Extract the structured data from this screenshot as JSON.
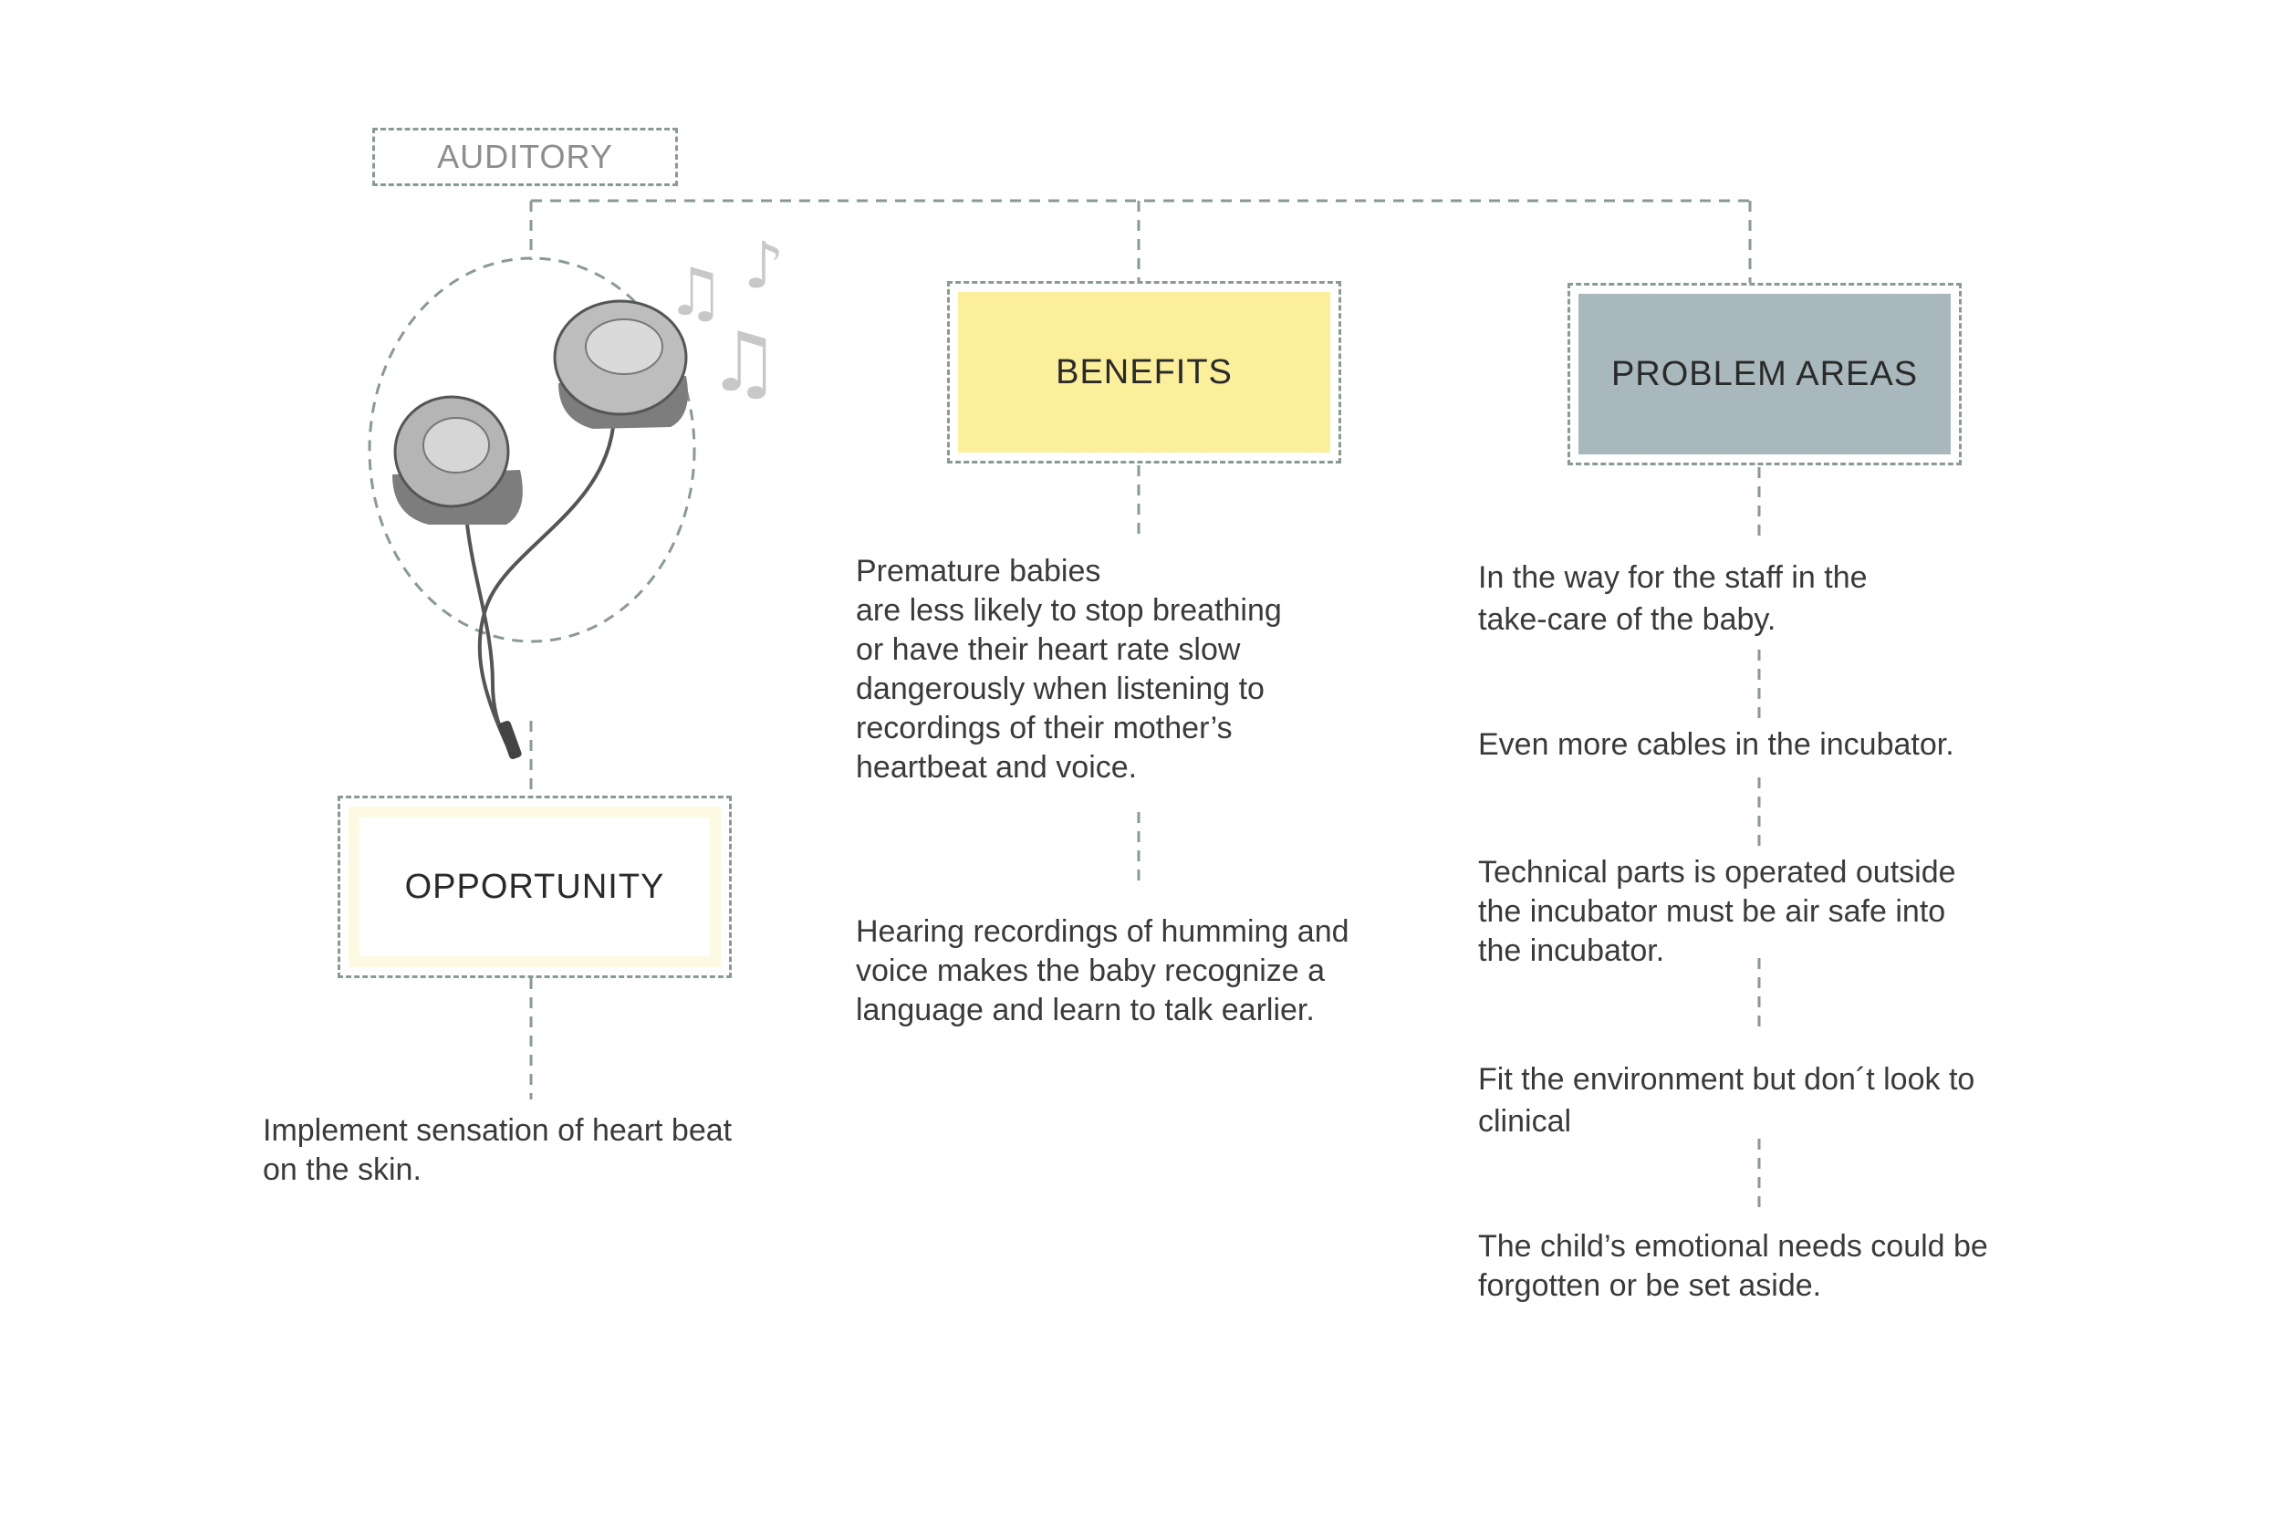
{
  "auditory": {
    "label": "AUDITORY"
  },
  "benefits": {
    "label": "BENEFITS",
    "color": "#fbef9c",
    "items": [
      [
        "Premature babies",
        "are less likely to stop breathing",
        "or have their heart rate slow",
        "dangerously when listening to",
        "recordings of their mother’s",
        "heartbeat and voice."
      ],
      [
        "Hearing recordings of humming and",
        "voice makes the baby recognize a",
        "language and learn to talk earlier."
      ]
    ]
  },
  "problem_areas": {
    "label": "PROBLEM AREAS",
    "color": "#a8b8bd",
    "items": [
      [
        "In the way for the staff in the",
        "take-care of the baby."
      ],
      [
        "Even more cables in the incubator."
      ],
      [
        "Technical parts is operated outside",
        "the incubator must be air safe into",
        "the incubator."
      ],
      [
        "Fit the environment but don´t look to",
        "clinical"
      ],
      [
        "The child’s emotional needs could be",
        "forgotten or be set aside."
      ]
    ]
  },
  "opportunity": {
    "label": "OPPORTUNITY",
    "color": "#fdfae3",
    "description": [
      "Implement sensation of heart beat",
      "on the skin."
    ]
  },
  "illustration": {
    "icon": "earphones-icon",
    "notes": [
      "♫",
      "♪",
      "♫"
    ]
  }
}
